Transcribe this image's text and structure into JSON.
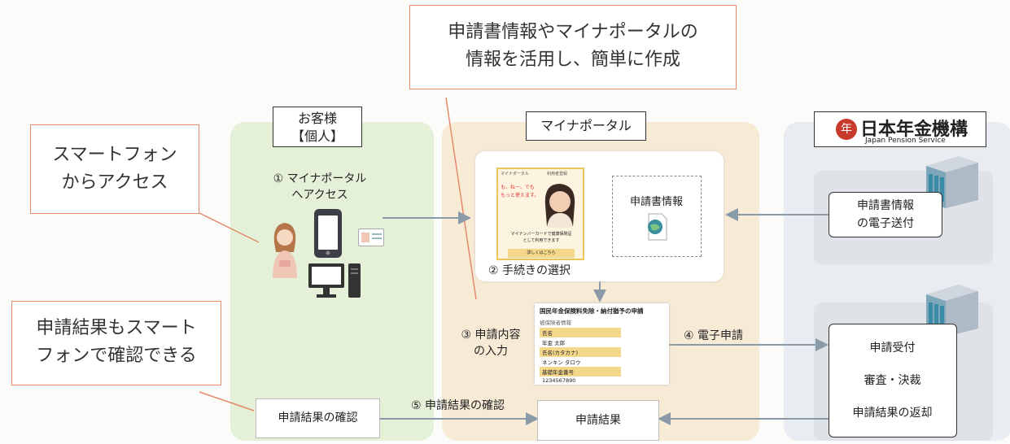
{
  "callouts": {
    "top": [
      "申請書情報やマイナポータルの",
      "情報を活用し、簡単に作成"
    ],
    "left_top": [
      "スマートフォン",
      "からアクセス"
    ],
    "left_bottom": [
      "申請結果もスマート",
      "フォンで確認できる"
    ]
  },
  "columns": {
    "customer": [
      "お客様",
      "【個人】"
    ],
    "portal": "マイナポータル",
    "jps": {
      "name": "日本年金機構",
      "name_en": "Japan Pension Service"
    }
  },
  "steps": {
    "s1": [
      "① マイナポータル",
      "へアクセス"
    ],
    "s2": "② 手続きの選択",
    "s3": [
      "③ 申請内容",
      "の入力"
    ],
    "s4": "④ 電子申請",
    "s5": "⑤ 申請結果の確認"
  },
  "boxes": {
    "application_info": "申請書情報",
    "electronic_send": [
      "申請書情報",
      "の電子送付"
    ],
    "jps_process": [
      "申請受付",
      "審査・決裁",
      "申請結果の返却"
    ],
    "result_check": "申請結果の確認",
    "result": "申請結果"
  },
  "phone_screen": {
    "header_left": "マイナポータル",
    "header_right": "利用者登録",
    "hero_text": [
      "も、ねー、でも",
      "もっと使えます。"
    ],
    "caption": [
      "マイナンバーカードで健康保険証",
      "として利用できます"
    ],
    "button": "詳しくはこちら"
  },
  "form": {
    "title": "国民年金保険料免除・納付猶予の申請",
    "section": "被保険者情報",
    "rows": [
      {
        "label": "氏名",
        "value": "年金 太郎"
      },
      {
        "label": "氏名(カタカナ)",
        "value": "ネンキン タロウ"
      },
      {
        "label": "基礎年金番号",
        "value": "1234567890"
      }
    ]
  },
  "colors": {
    "customer_panel": "#e5f0d8",
    "portal_panel": "#f8ebd6",
    "jps_panel": "#e9ecf0",
    "callout_border": "#e28a6a",
    "jps_red": "#c73a2c",
    "arrow": "#8a9aa8"
  }
}
